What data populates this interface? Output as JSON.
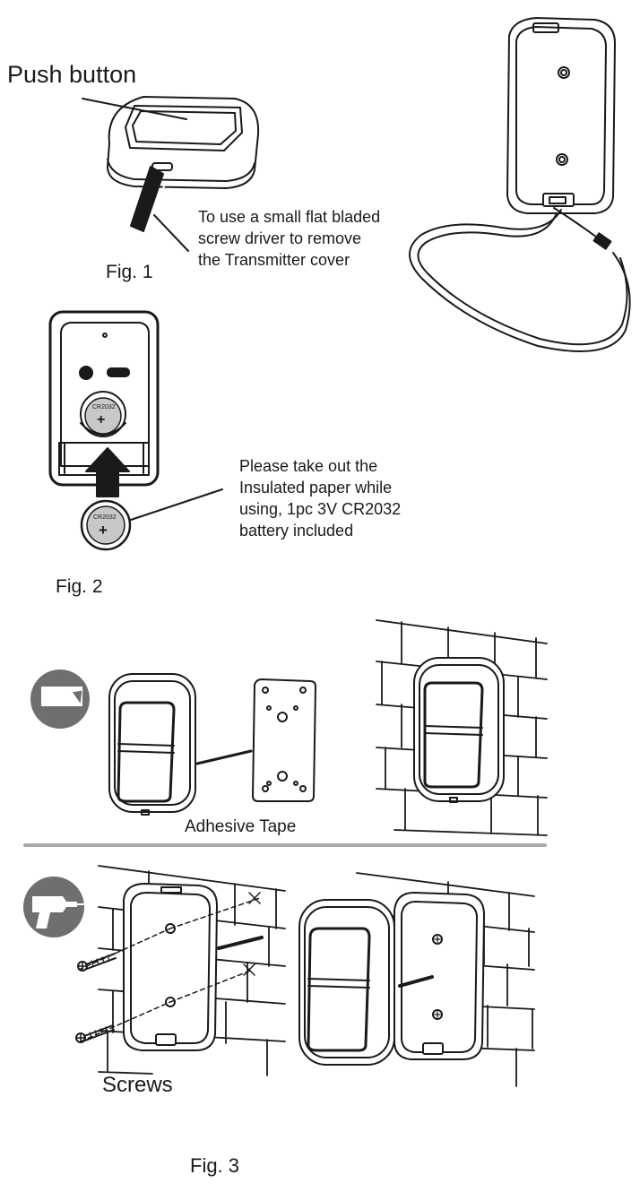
{
  "labels": {
    "push_button": "Push button",
    "tool_note": [
      "To use a small flat bladed",
      "screw driver to remove",
      "the Transmitter cover"
    ],
    "fig1": "Fig. 1",
    "battery_note": [
      "Please take out the",
      "Insulated paper while",
      "using, 1pc 3V CR2032",
      "battery included"
    ],
    "battery_model": "CR2032",
    "battery_plus": "+",
    "fig2": "Fig. 2",
    "adhesive": "Adhesive Tape",
    "screws": "Screws",
    "fig3": "Fig. 3"
  },
  "icons": {
    "tape": "adhesive-tape-icon",
    "drill": "drill-icon"
  },
  "colors": {
    "line": "#1a1a1a",
    "icon_circle": "#6f6f6f",
    "divider": "#a9a9a9",
    "battery_fill": "#c8c8c8"
  }
}
